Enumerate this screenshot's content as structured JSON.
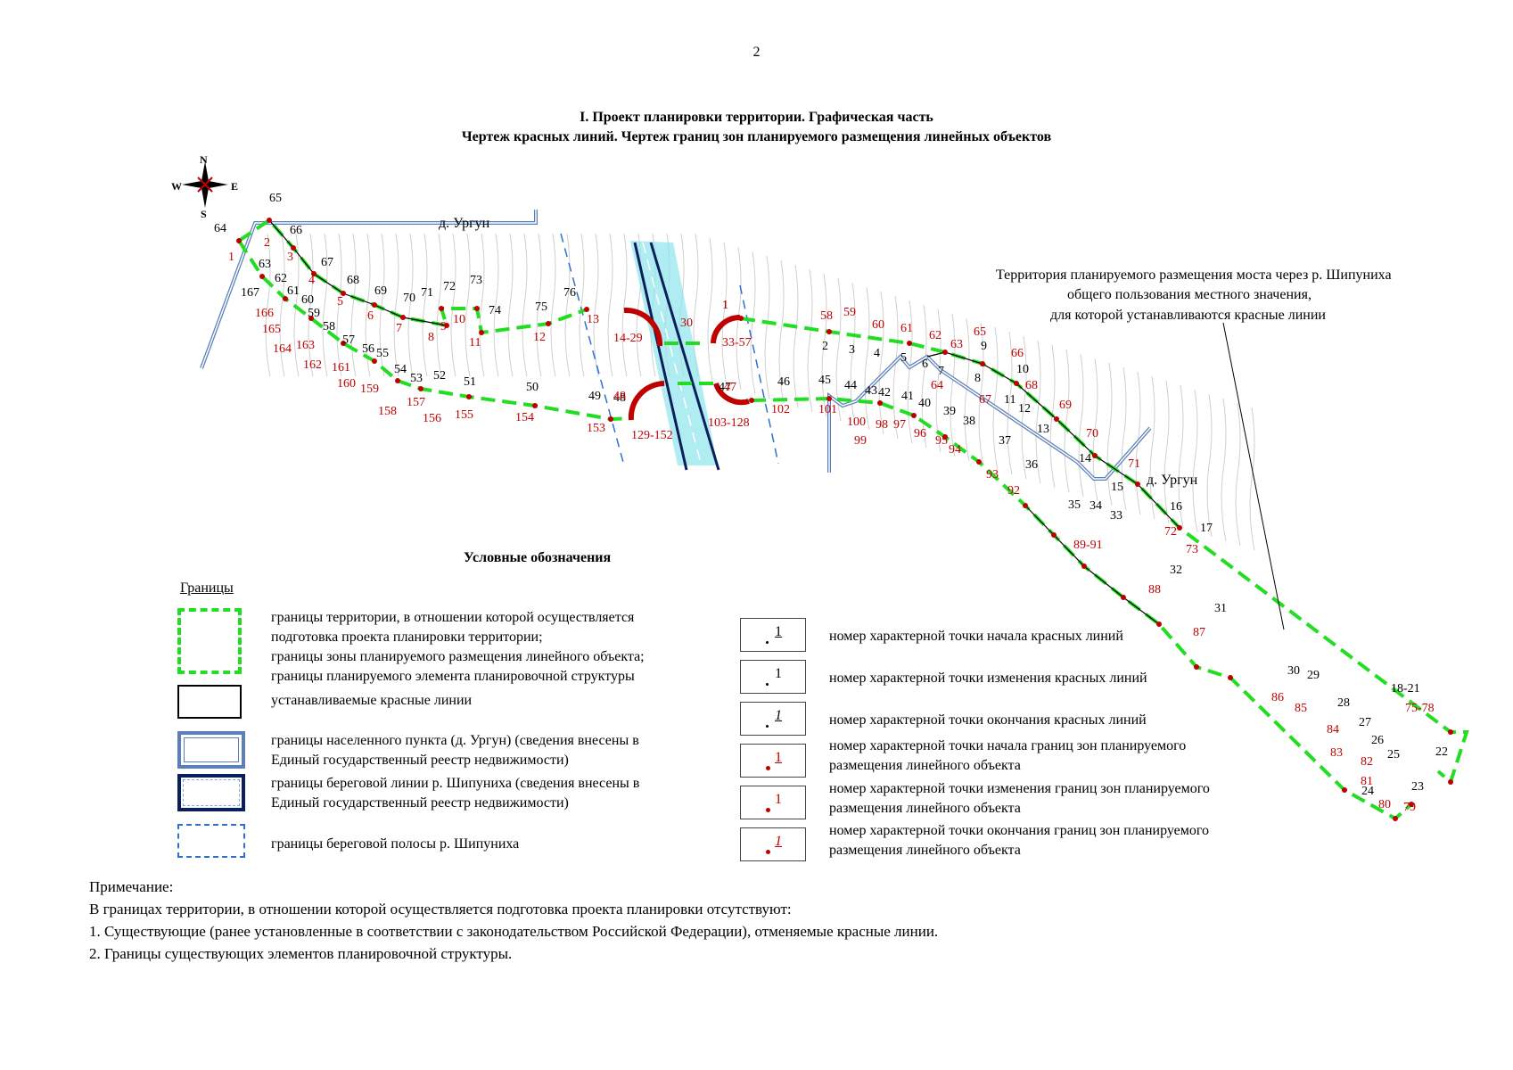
{
  "page_number": "2",
  "title_line1": "I. Проект планировки территории. Графическая часть",
  "title_line2": "Чертеж красных линий. Чертеж границ зон планируемого размещения линейных объектов",
  "compass": {
    "n": "N",
    "s": "S",
    "w": "W",
    "e": "E"
  },
  "map": {
    "village_label_top": "д. Ургун",
    "village_label_right": "д. Ургун",
    "callout_lines": [
      "Территория планируемого размещения моста через р. Шипуниха",
      "общего пользования местного значения,",
      "для которой устанавливаются красные линии"
    ]
  },
  "legend": {
    "title": "Условные обозначения",
    "subtitle": "Границы",
    "left_items": [
      {
        "id": "territory",
        "lines": [
          "границы территории, в отношении которой осуществляется",
          "подготовка проекта планировки территории;",
          "границы зоны планируемого размещения линейного объекта;",
          "границы планируемого элемента планировочной структуры"
        ]
      },
      {
        "id": "red-lines",
        "lines": [
          "устанавливаемые красные линии"
        ]
      },
      {
        "id": "settlement",
        "lines": [
          "границы населенного пункта (д. Ургун) (сведения внесены в",
          "Единый государственный реестр недвижимости)"
        ]
      },
      {
        "id": "shoreline",
        "lines": [
          "границы береговой линии р. Шипуниха (сведения внесены в",
          "Единый государственный реестр недвижимости)"
        ]
      },
      {
        "id": "shore-strip",
        "lines": [
          "границы береговой полосы р. Шипуниха"
        ]
      }
    ],
    "right_items": [
      {
        "id": "rl-start",
        "symbol": "1",
        "lines": [
          "номер характерной точки начала красных линий"
        ]
      },
      {
        "id": "rl-change",
        "symbol": "1",
        "lines": [
          "номер характерной точки изменения красных линий"
        ]
      },
      {
        "id": "rl-end",
        "symbol": "1",
        "lines": [
          "номер характерной точки окончания красных линий"
        ]
      },
      {
        "id": "zone-start",
        "symbol": "1",
        "lines": [
          "номер характерной точки начала границ зон планируемого",
          "размещения линейного объекта"
        ]
      },
      {
        "id": "zone-change",
        "symbol": "1",
        "lines": [
          "номер характерной точки изменения границ зон планируемого",
          "размещения линейного объекта"
        ]
      },
      {
        "id": "zone-end",
        "symbol": "1",
        "lines": [
          "номер характерной точки окончания границ зон планируемого",
          "размещения линейного объекта"
        ]
      }
    ]
  },
  "notes": [
    "Примечание:",
    "В границах территории, в отношении которой осуществляется подготовка проекта планировки отсутствуют:",
    "1. Существующие (ранее установленные в соответствии с законодательством Российской Федерации), отменяемые красные линии.",
    "2. Границы существующих элементов планировочной структуры."
  ],
  "colors": {
    "zone_boundary": "#22dd22",
    "red_line": "#000000",
    "red_marker": "#c00000",
    "settlement": "#5b7fb8",
    "shoreline": "#0a1f5c",
    "shore_strip": "#2f6fd0",
    "water": "#7fe0e8"
  }
}
